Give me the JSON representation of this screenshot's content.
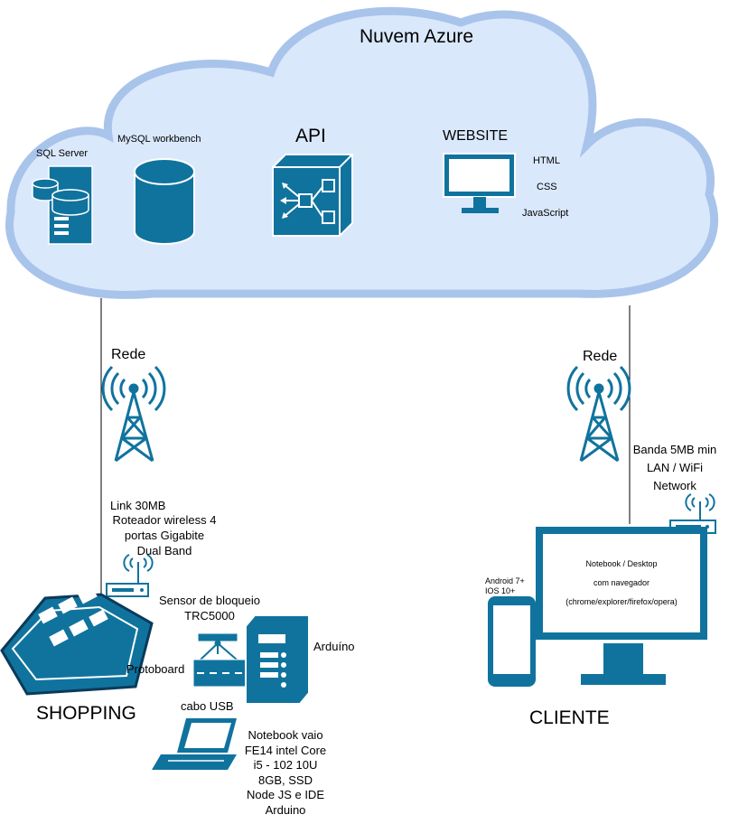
{
  "cloud": {
    "title": "Nuvem Azure",
    "sql_server": "SQL Server",
    "mysql": "MySQL workbench",
    "api": "API",
    "website": "WEBSITE",
    "html": "HTML",
    "css": "CSS",
    "javascript": "JavaScript"
  },
  "shopping": {
    "rede": "Rede",
    "link": "Link 30MB",
    "router": [
      "Roteador wireless 4",
      "portas Gigabite",
      "Dual Band"
    ],
    "sensor": [
      "Sensor de bloqueio",
      "TRC5000"
    ],
    "arduino": "Arduíno",
    "protoboard": "Protoboard",
    "usb": "cabo USB",
    "label": "SHOPPING",
    "notebook": [
      "Notebook vaio",
      "FE14 intel Core",
      "i5 - 102 10U",
      "8GB, SSD",
      "Node JS e IDE",
      "Arduino"
    ]
  },
  "cliente": {
    "rede": "Rede",
    "banda": [
      "Banda 5MB min",
      "LAN / WiFi",
      "Network"
    ],
    "mobile": [
      "Android 7+",
      "IOS 10+"
    ],
    "desktop": [
      "Notebook / Desktop",
      "com navegador",
      "(chrome/explorer/firefox/opera)"
    ],
    "label": "CLIENTE"
  },
  "colors": {
    "cloud_fill": "#dae8fc",
    "cloud_stroke": "#a9c4eb",
    "icon": "#10739e"
  }
}
